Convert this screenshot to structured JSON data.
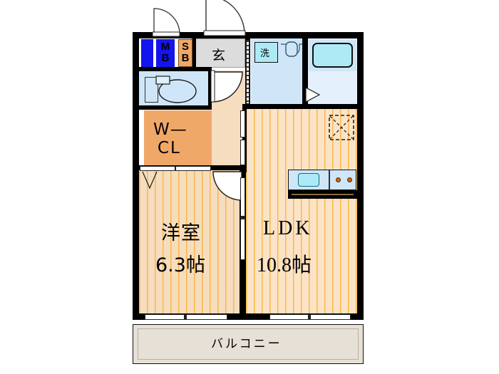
{
  "plan": {
    "type": "japanese-floor-plan",
    "layout_code": "1LDK",
    "rooms": [
      {
        "key": "washitsu",
        "name": "洋室",
        "size": "6.3帖",
        "floor": "wood-plank",
        "color": "#f6ddc0"
      },
      {
        "key": "ldk",
        "name": "LDK",
        "size": "10.8帖",
        "floor": "wood-plank",
        "color": "#fbe3c8"
      },
      {
        "key": "wcl",
        "name": "W－\nCL",
        "size": "",
        "floor": "closet",
        "color": "#f0a868"
      },
      {
        "key": "balcony",
        "name": "バルコニー",
        "size": "",
        "floor": "concrete",
        "color": "#e6e0d6"
      }
    ]
  },
  "labels": {
    "bedroom_name": "洋室",
    "bedroom_size": "6.3帖",
    "ldk_name": "LDK",
    "ldk_size": "10.8帖",
    "wcl_line1": "W—",
    "wcl_line2": "CL",
    "genkan": "玄",
    "balcony": "バルコニー",
    "meter_box_line1": "M",
    "meter_box_line2": "B",
    "shoe_box_line1": "S",
    "shoe_box_line2": "B",
    "washer": "洗"
  },
  "fixtures": {
    "toilet": "toilet-fixture",
    "washer_space": "washing-machine-space",
    "vanity_sink": "vanity-sink",
    "bathtub": "bathtub",
    "kitchen_sink": "kitchen-sink",
    "stove_burners": "two-burner-stove",
    "ac_outlet": "ceiling-access-panel"
  },
  "colors": {
    "wall": "#000000",
    "wood_floor": "#fbe3c8",
    "plank_line": "#fab22d",
    "closet_orange": "#f0a868",
    "water_blue": "#cfe6f8",
    "bathtub_cyan": "#aeeaf5",
    "meter_box_blue": "#1414ee",
    "genkan_gray": "#dcdcdc",
    "balcony_beige": "#e6e0d6"
  }
}
